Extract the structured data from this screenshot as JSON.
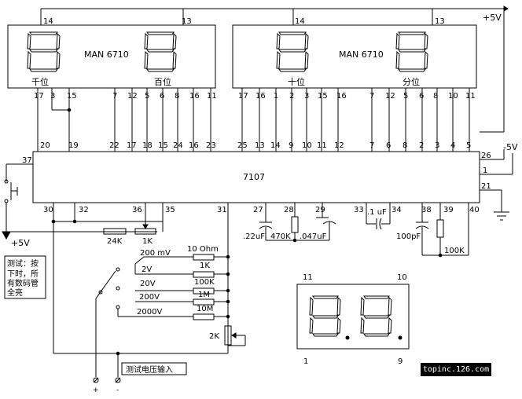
{
  "supply": {
    "pos": "+5V",
    "neg": "-5V",
    "pos_left": "+5V"
  },
  "display_left": {
    "part": "MAN 6710",
    "digit_a_label": "千位",
    "digit_b_label": "百位",
    "top_pins": [
      "14",
      "13"
    ],
    "bottom_pins": [
      "17",
      "3",
      "15",
      "7",
      "12",
      "5",
      "6",
      "8",
      "16",
      "11"
    ]
  },
  "display_right": {
    "part": "MAN 6710",
    "digit_a_label": "十位",
    "digit_b_label": "分位",
    "top_pins": [
      "14",
      "13"
    ],
    "bottom_pins": [
      "17",
      "16",
      "1",
      "2",
      "3",
      "15",
      "16",
      "7",
      "12",
      "5",
      "6",
      "8",
      "10",
      "11"
    ]
  },
  "ic": {
    "label": "7107",
    "top_pins": [
      "20",
      "19",
      "22",
      "17",
      "18",
      "15",
      "24",
      "16",
      "23",
      "25",
      "13",
      "14",
      "9",
      "10",
      "11",
      "12",
      "7",
      "6",
      "8",
      "2",
      "3",
      "4",
      "5"
    ],
    "right_pins": [
      "26",
      "1",
      "21"
    ],
    "left_pin": "37",
    "bottom_pins": [
      "30",
      "32",
      "36",
      "35",
      "31",
      "27",
      "28",
      "29",
      "33",
      "34",
      "38",
      "39",
      "40"
    ]
  },
  "components": {
    "r_24k": "24K",
    "pot_1k": "1K",
    "c_22uf": ".22uF",
    "r_470k": "470K",
    "c_047uf": ".047uF",
    "c_1uf": ".1 uF",
    "c_100pf": "100pF",
    "r_100k": "100K",
    "pot_2k": "2K"
  },
  "range_switch": [
    {
      "range": "200 mV",
      "resistor": "10 Ohm"
    },
    {
      "range": "2V",
      "resistor": "1K"
    },
    {
      "range": "20V",
      "resistor": "100K"
    },
    {
      "range": "200V",
      "resistor": "1M"
    },
    {
      "range": "2000V",
      "resistor": "10M"
    }
  ],
  "test_note": [
    "测试：按",
    "下时，所",
    "有数码管",
    "全亮"
  ],
  "input_label": "测试电压输入",
  "input_plus": "+",
  "input_minus": "-",
  "display_module": {
    "pin_tl": "11",
    "pin_tr": "10",
    "pin_bl": "1",
    "pin_br": "9"
  },
  "watermark": "topinc.126.com"
}
